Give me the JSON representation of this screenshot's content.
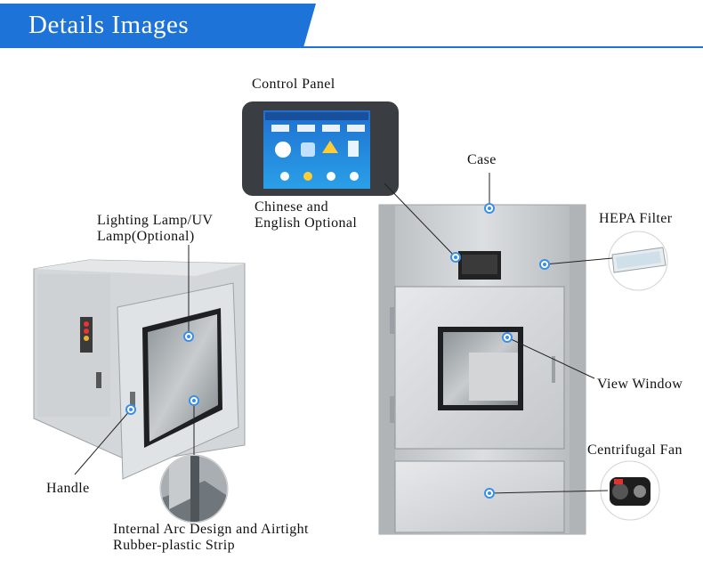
{
  "header": {
    "title": "Details Images"
  },
  "labels": {
    "control_panel": "Control Panel",
    "chinese_english": "Chinese and\nEnglish Optional",
    "lighting_lamp": "Lighting Lamp/UV\nLamp(Optional)",
    "case": "Case",
    "hepa_filter": "HEPA Filter",
    "view_window": "View Window",
    "centrifugal_fan": "Centrifugal Fan",
    "handle": "Handle",
    "internal_arc": "Internal Arc Design and Airtight\nRubber-plastic Strip"
  },
  "colors": {
    "accent": "#1e73d8",
    "marker_ring": "#3c8fe6",
    "steel": "#c9cdd0",
    "screen": "#2a8ee0"
  }
}
